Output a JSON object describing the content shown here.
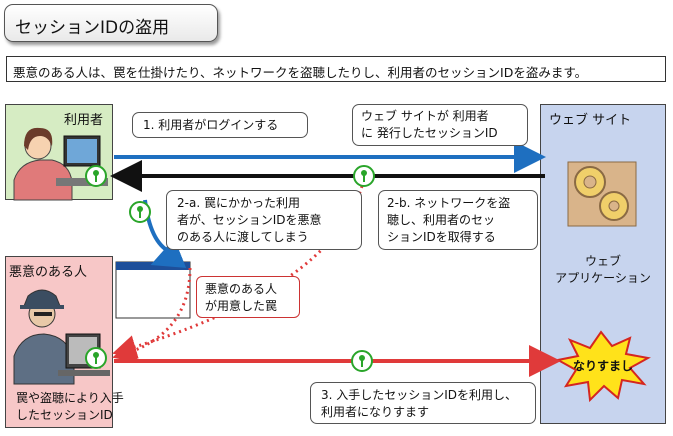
{
  "title": "セッションIDの盗用",
  "description": "悪意のある人は、罠を仕掛けたり、ネットワークを盗聴したりし、利用者のセッションIDを盗みます。",
  "user_label": "利用者",
  "attacker_label": "悪意のある人",
  "website_label": "ウェブ サイト",
  "web_app_label": "ウェブ\nアプリケーション",
  "spoof_label": "なりすまし",
  "callouts": {
    "login": "1. 利用者がログインする",
    "issued": "ウェブ サイトが 利用者\nに 発行したセッションID",
    "trap": "2-a. 罠にかかった利用\n者が、セッションIDを悪意\nのある人に渡してしまう",
    "sniff": "2-b. ネットワークを盗\n聴し、利用者のセッ\nションIDを取得する",
    "trap_prepared": "悪意のある人\nが用意した罠",
    "obtained": "罠や盗聴により入手\nしたセッションID",
    "impersonate": "3. 入手したセッションIDを利用し、\n利用者になりすます"
  },
  "colors": {
    "blue": "#1e6fc0",
    "red": "#e03a3a",
    "key": "#2aa52a",
    "user_bg": "#d6ecc3",
    "attacker_bg": "#f7c7c7",
    "site_bg": "#c7d4ee"
  }
}
